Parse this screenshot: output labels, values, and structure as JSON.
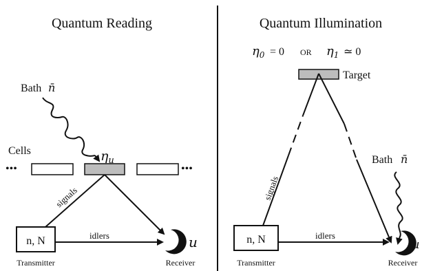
{
  "left_panel": {
    "title": "Quantum Reading",
    "bath_label": "Bath",
    "bath_symbol": "n̄",
    "cells_label": "Cells",
    "dots": "•••",
    "cell_reflectivity": "η",
    "cell_reflectivity_sub": "u",
    "signals_label": "signals",
    "idlers_label": "idlers",
    "transmitter_box": "n, N",
    "transmitter_label": "Transmitter",
    "receiver_label": "Receiver",
    "output_symbol": "u"
  },
  "right_panel": {
    "title": "Quantum Illumination",
    "eta0": "η",
    "eta0_sub": "0",
    "eta0_val": "= 0",
    "or_label": "OR",
    "eta1": "η",
    "eta1_sub": "1",
    "eta1_val": "≃ 0",
    "target_label": "Target",
    "bath_label": "Bath",
    "bath_symbol": "n̄",
    "signals_label": "signals",
    "idlers_label": "idlers",
    "transmitter_box": "n, N",
    "transmitter_label": "Transmitter",
    "receiver_label": "Receiver",
    "output_symbol": "u"
  },
  "colors": {
    "cell_fill": "#bdbdbd",
    "stroke": "#111111"
  }
}
